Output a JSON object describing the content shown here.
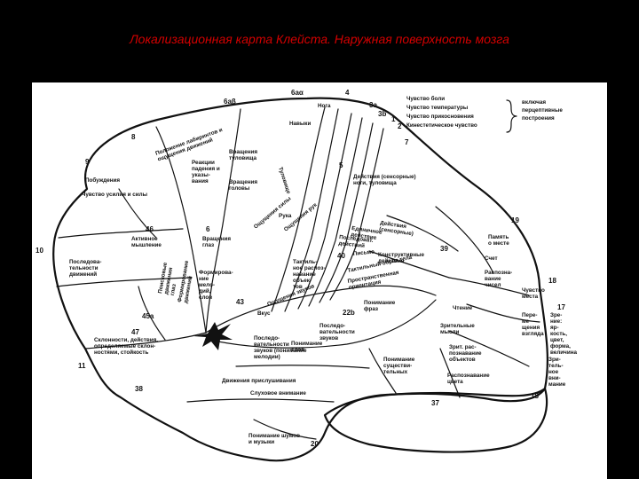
{
  "title": "Локализационная карта Клейста. Наружная поверхность мозга",
  "legend": {
    "items": [
      "Чувство боли",
      "Чувство температуры",
      "Чувство прикосновения",
      "Кинестетическое чувство"
    ],
    "note_lines": [
      "включая",
      "перцептивные",
      "построения"
    ]
  },
  "area_numbers": [
    "6аα",
    "4",
    "6аβ",
    "3а",
    "3b",
    "1",
    "2",
    "8",
    "7",
    "9",
    "5",
    "19",
    "46",
    "6",
    "10",
    "39",
    "40",
    "18",
    "17",
    "45а",
    "43",
    "47",
    "22b",
    "11",
    "38",
    "37",
    "18",
    "20"
  ],
  "regions": [
    {
      "lines": [
        "Нога"
      ]
    },
    {
      "lines": [
        "Навыки"
      ]
    },
    {
      "lines": [
        "Положение лабиринтов и",
        "ощущения движений"
      ]
    },
    {
      "lines": [
        "Реакции",
        "падения и",
        "указы-",
        "вания"
      ]
    },
    {
      "lines": [
        "Вращения",
        "туловища"
      ]
    },
    {
      "lines": [
        "Побуждения"
      ]
    },
    {
      "lines": [
        "Чувство усилия и силы"
      ]
    },
    {
      "lines": [
        "Вращения",
        "головы"
      ]
    },
    {
      "lines": [
        "Действия (сенсорные)",
        "ноги, туловища"
      ]
    },
    {
      "lines": [
        "Туловище"
      ]
    },
    {
      "lines": [
        "Ощущения силы"
      ]
    },
    {
      "lines": [
        "Рука"
      ]
    },
    {
      "lines": [
        "Ощущения рук"
      ]
    },
    {
      "lines": [
        "Действия",
        "(сенсорные)"
      ]
    },
    {
      "lines": [
        "Единичное",
        "действие"
      ]
    },
    {
      "lines": [
        "Последоват.",
        "действий"
      ]
    },
    {
      "lines": [
        "Память",
        "о месте"
      ]
    },
    {
      "lines": [
        "Активное",
        "мышление"
      ]
    },
    {
      "lines": [
        "Вращения",
        "глаз"
      ]
    },
    {
      "lines": [
        "Последова-",
        "тельности",
        "движений"
      ]
    },
    {
      "lines": [
        "Письмо"
      ]
    },
    {
      "lines": [
        "Конструктивные",
        "действия"
      ]
    },
    {
      "lines": [
        "Счет"
      ]
    },
    {
      "lines": [
        "Тактиль-",
        "ное распоз-",
        "навание",
        "объек-",
        "тов"
      ]
    },
    {
      "lines": [
        "Тактильный образ тела"
      ]
    },
    {
      "lines": [
        "Пространственная",
        "ориентация"
      ]
    },
    {
      "lines": [
        "Распозна-",
        "вание",
        "чисел"
      ]
    },
    {
      "lines": [
        "Чувство",
        "места"
      ]
    },
    {
      "lines": [
        "Поисковые",
        "движения",
        "глаз"
      ]
    },
    {
      "lines": [
        "Формирование",
        "движений"
      ]
    },
    {
      "lines": [
        "Формирова-",
        "ние",
        "мело-",
        "дий,",
        "слов"
      ]
    },
    {
      "lines": [
        "Вкус"
      ]
    },
    {
      "lines": [
        "Понимание",
        "фраз"
      ]
    },
    {
      "lines": [
        "Чтение"
      ]
    },
    {
      "lines": [
        "Пере-",
        "ме-",
        "щения",
        "взгляда"
      ]
    },
    {
      "lines": [
        "Зре-",
        "ние:",
        "яр-",
        "кость,",
        "цвет,",
        "форма,",
        "величина"
      ]
    },
    {
      "lines": [
        "Последо-",
        "вательности",
        "звуков"
      ]
    },
    {
      "lines": [
        "Последо-",
        "вательности",
        "звуков (понимание",
        "мелодии)"
      ]
    },
    {
      "lines": [
        "Зрительные",
        "мысли"
      ]
    },
    {
      "lines": [
        "Склонности, действия,",
        "определяемые склон-",
        "ностями, стойкость"
      ]
    },
    {
      "lines": [
        "Понимание",
        "слов"
      ]
    },
    {
      "lines": [
        "Зрит. рас-",
        "познавание",
        "объектов"
      ]
    },
    {
      "lines": [
        "Понимание",
        "существи-",
        "тельных"
      ]
    },
    {
      "lines": [
        "Распознавание",
        "цвета"
      ]
    },
    {
      "lines": [
        "Зри-",
        "тель-",
        "ное",
        "вни-",
        "мание"
      ]
    },
    {
      "lines": [
        "Движения прислушивания"
      ]
    },
    {
      "lines": [
        "Слуховое внимание"
      ]
    },
    {
      "lines": [
        "Понимание шумов",
        "и музыки"
      ]
    },
    {
      "lines": [
        "Ощущения звуков"
      ]
    }
  ]
}
